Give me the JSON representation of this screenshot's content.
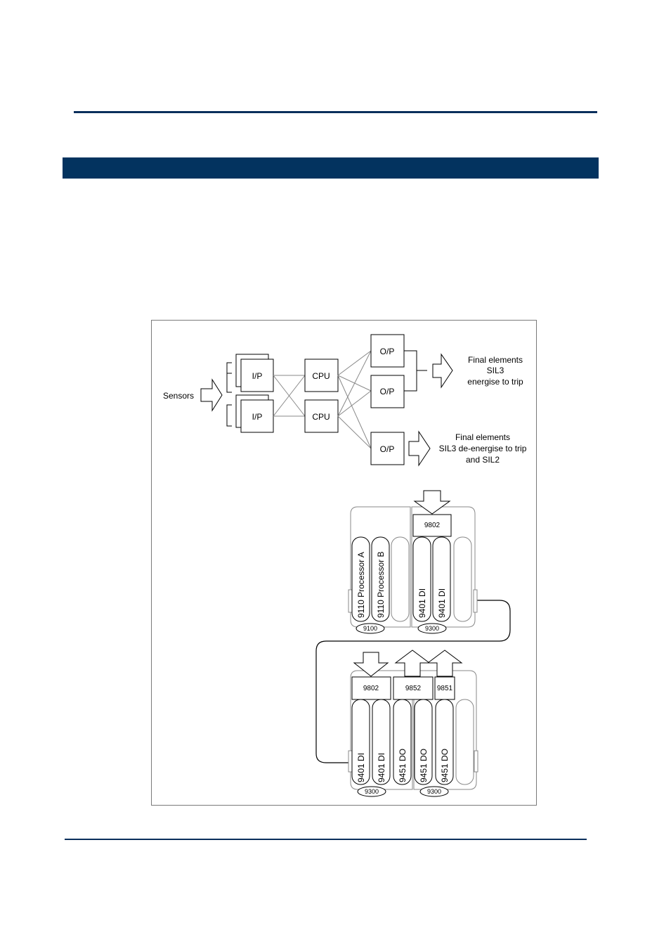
{
  "block_diagram": {
    "sensors_label": "Sensors",
    "ip_label": "I/P",
    "cpu_label": "CPU",
    "op_label": "O/P",
    "final_top": [
      "Final elements",
      "SIL3",
      "energise to trip"
    ],
    "final_bottom": [
      "Final elements",
      "SIL3 de-energise to trip",
      "and SIL2"
    ]
  },
  "rack_top": {
    "module_9802": "9802",
    "slots": [
      "9110 Processor A",
      "9110 Processor B",
      "",
      "9401 DI",
      "9401 DI",
      ""
    ],
    "base_labels": [
      "9100",
      "9300"
    ]
  },
  "rack_bottom": {
    "module_9802": "9802",
    "module_9852": "9852",
    "module_9851": "9851",
    "slots": [
      "9401 DI",
      "9401 DI",
      "9451 DO",
      "9451 DO",
      "9451 DO",
      ""
    ],
    "base_labels": [
      "9300",
      "9300"
    ]
  }
}
